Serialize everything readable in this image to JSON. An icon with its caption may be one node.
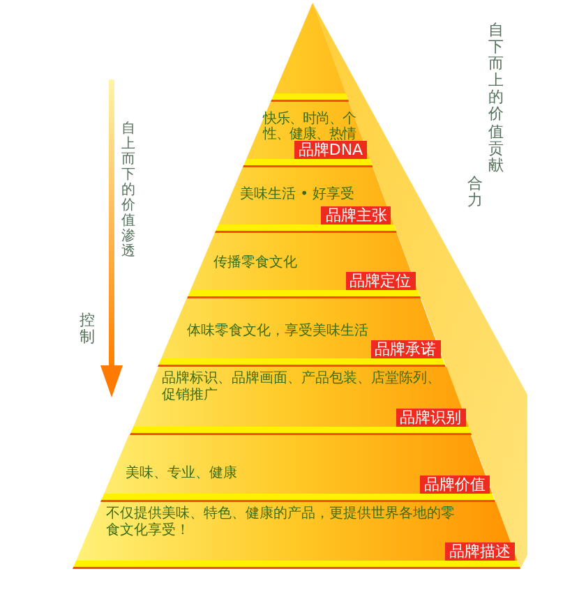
{
  "diagram": {
    "nodes": [
      {
        "text": [],
        "shape": "triangle"
      },
      {
        "text": [
          "快乐、时尚、个性、健康、热情",
          "品牌DNA"
        ]
      },
      {
        "text": [
          "美味生活 • 好享受",
          "品牌主张"
        ]
      },
      {
        "text": [
          "传播零食文化",
          "品牌定位"
        ]
      },
      {
        "text": [
          "体味零食文化，享受美味生活",
          "品牌承诺"
        ]
      },
      {
        "text": [
          "品牌标识、品牌画面、产品包装、店堂陈列、促销推广",
          "品牌识别"
        ]
      },
      {
        "text": [
          "美味、专业、健康",
          "品牌价值"
        ]
      },
      {
        "text": [
          "不仅提供美味、特色、健康的产品，更提供世界各地的零食文化享受！",
          "品牌描述"
        ]
      }
    ],
    "labels": [
      "自下而上的价值贡献",
      "合力",
      "自上而下的价值渗透",
      "控制"
    ]
  }
}
